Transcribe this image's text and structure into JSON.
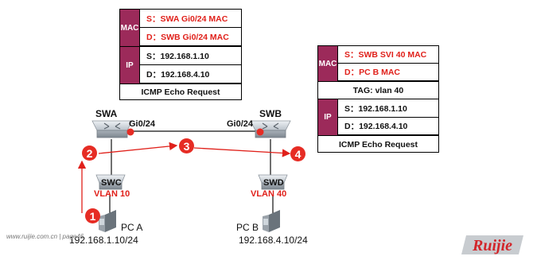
{
  "left_frame": {
    "mac_tag": "MAC",
    "src_mac": "S：SWA Gi0/24 MAC",
    "dst_mac": "D：SWB Gi0/24 MAC",
    "ip_tag": "IP",
    "src_ip": "S：192.168.1.10",
    "dst_ip": "D：192.168.4.10",
    "payload": "ICMP Echo Request"
  },
  "right_frame": {
    "mac_tag": "MAC",
    "src_mac": "S：SWB SVI 40 MAC",
    "dst_mac": "D：PC B MAC",
    "vlan_tag": "TAG: vlan 40",
    "ip_tag": "IP",
    "src_ip": "S：192.168.1.10",
    "dst_ip": "D：192.168.4.10",
    "payload": "ICMP Echo Request"
  },
  "devices": {
    "swa": "SWA",
    "swb": "SWB",
    "swc": "SWC",
    "swd": "SWD",
    "swa_port": "Gi0/24",
    "swb_port": "Gi0/24",
    "swc_vlan": "VLAN 10",
    "swd_vlan": "VLAN 40",
    "pca": "PC A",
    "pcb": "PC B",
    "pca_ip": "192.168.1.10/24",
    "pcb_ip": "192.168.4.10/24"
  },
  "steps": [
    "1",
    "2",
    "3",
    "4"
  ],
  "footer": "www.ruijie.com.cn | page46",
  "logo": "Ruijie",
  "colors": {
    "tag_bg": "#9c2a5a",
    "accent_red": "#e0201a"
  }
}
